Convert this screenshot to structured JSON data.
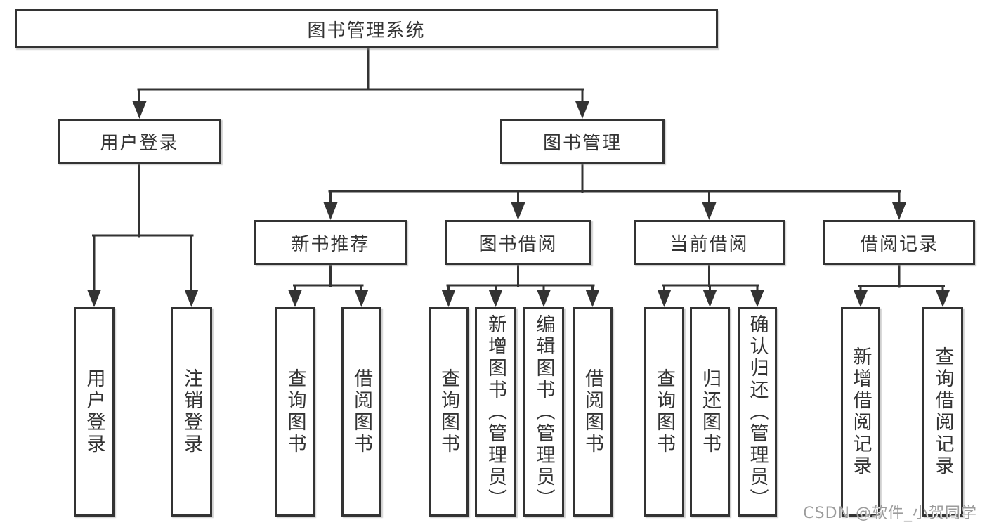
{
  "diagram": {
    "root": {
      "label": "图书管理系统"
    },
    "branches": [
      {
        "label": "用户登录",
        "children": [
          {
            "label": "用户登录"
          },
          {
            "label": "注销登录"
          }
        ]
      },
      {
        "label": "图书管理",
        "children": [
          {
            "label": "新书推荐",
            "children": [
              {
                "label": "查询图书"
              },
              {
                "label": "借阅图书"
              }
            ]
          },
          {
            "label": "图书借阅",
            "children": [
              {
                "label": "查询图书"
              },
              {
                "label": "新增图书（管理员）"
              },
              {
                "label": "编辑图书（管理员）"
              },
              {
                "label": "借阅图书"
              }
            ]
          },
          {
            "label": "当前借阅",
            "children": [
              {
                "label": "查询图书"
              },
              {
                "label": "归还图书"
              },
              {
                "label": "确认归还（管理员）"
              }
            ]
          },
          {
            "label": "借阅记录",
            "children": [
              {
                "label": "新增借阅记录"
              },
              {
                "label": "查询借阅记录"
              }
            ]
          }
        ]
      }
    ],
    "colors": {
      "line": "#333333",
      "box_background": "#ffffff",
      "watermark": "#9b9b9b"
    },
    "watermark": "CSDN @软件_小贺同学"
  }
}
